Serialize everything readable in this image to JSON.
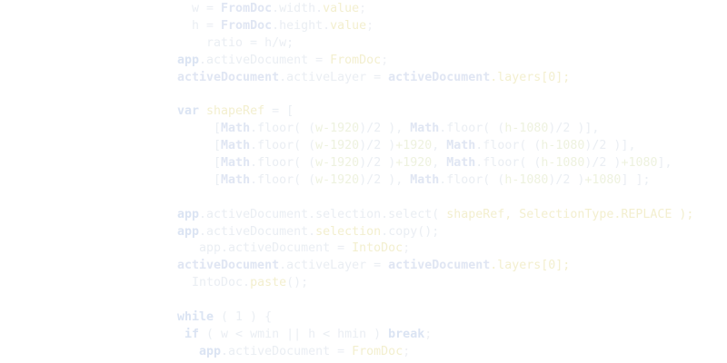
{
  "colors": {
    "background": "#ffffff",
    "plain": "#eaeef3",
    "keyword": "#dbe4f3",
    "object": "#e0e6f3",
    "variable": "#f3efcf",
    "number": "#eef2df",
    "string": "#f4f0d9"
  },
  "code_lines": [
    [
      {
        "t": "  w = ",
        "c": "plain"
      },
      {
        "t": "FromDoc",
        "c": "obj"
      },
      {
        "t": ".width.",
        "c": "plain"
      },
      {
        "t": "value",
        "c": "var"
      },
      {
        "t": ";",
        "c": "punct"
      }
    ],
    [
      {
        "t": "  h = ",
        "c": "plain"
      },
      {
        "t": "FromDoc",
        "c": "obj"
      },
      {
        "t": ".height.",
        "c": "plain"
      },
      {
        "t": "value",
        "c": "var"
      },
      {
        "t": ";",
        "c": "punct"
      }
    ],
    [
      {
        "t": "    ratio = h/w;",
        "c": "plain"
      }
    ],
    [
      {
        "t": "app",
        "c": "kw"
      },
      {
        "t": ".activeDocument = ",
        "c": "plain"
      },
      {
        "t": "FromDoc",
        "c": "var"
      },
      {
        "t": ";",
        "c": "punct"
      }
    ],
    [
      {
        "t": "activeDocument",
        "c": "obj"
      },
      {
        "t": ".activeLayer = ",
        "c": "plain"
      },
      {
        "t": "activeDocument",
        "c": "obj"
      },
      {
        "t": ".layers[0];",
        "c": "var"
      }
    ],
    [
      {
        "t": "",
        "c": "plain"
      }
    ],
    [
      {
        "t": "var ",
        "c": "kw"
      },
      {
        "t": "shapeRef",
        "c": "var"
      },
      {
        "t": " = [",
        "c": "plain"
      }
    ],
    [
      {
        "t": "     [",
        "c": "plain"
      },
      {
        "t": "Math",
        "c": "obj"
      },
      {
        "t": ".floor( (",
        "c": "plain"
      },
      {
        "t": "w-1920",
        "c": "num"
      },
      {
        "t": ")/2 ), ",
        "c": "plain"
      },
      {
        "t": "Math",
        "c": "obj"
      },
      {
        "t": ".floor( (",
        "c": "plain"
      },
      {
        "t": "h-1080",
        "c": "num"
      },
      {
        "t": ")/2 )],",
        "c": "plain"
      }
    ],
    [
      {
        "t": "     [",
        "c": "plain"
      },
      {
        "t": "Math",
        "c": "obj"
      },
      {
        "t": ".floor( (",
        "c": "plain"
      },
      {
        "t": "w-1920",
        "c": "num"
      },
      {
        "t": ")/2 )",
        "c": "plain"
      },
      {
        "t": "+1920",
        "c": "num"
      },
      {
        "t": ", ",
        "c": "plain"
      },
      {
        "t": "Math",
        "c": "obj"
      },
      {
        "t": ".floor( (",
        "c": "plain"
      },
      {
        "t": "h-1080",
        "c": "num"
      },
      {
        "t": ")/2 )],",
        "c": "plain"
      }
    ],
    [
      {
        "t": "     [",
        "c": "plain"
      },
      {
        "t": "Math",
        "c": "obj"
      },
      {
        "t": ".floor( (",
        "c": "plain"
      },
      {
        "t": "w-1920",
        "c": "num"
      },
      {
        "t": ")/2 )",
        "c": "plain"
      },
      {
        "t": "+1920",
        "c": "num"
      },
      {
        "t": ", ",
        "c": "plain"
      },
      {
        "t": "Math",
        "c": "obj"
      },
      {
        "t": ".floor( (",
        "c": "plain"
      },
      {
        "t": "h-1080",
        "c": "num"
      },
      {
        "t": ")/2 )",
        "c": "plain"
      },
      {
        "t": "+1080",
        "c": "num"
      },
      {
        "t": "],",
        "c": "plain"
      }
    ],
    [
      {
        "t": "     [",
        "c": "plain"
      },
      {
        "t": "Math",
        "c": "obj"
      },
      {
        "t": ".floor( (",
        "c": "plain"
      },
      {
        "t": "w-1920",
        "c": "num"
      },
      {
        "t": ")/2 ), ",
        "c": "plain"
      },
      {
        "t": "Math",
        "c": "obj"
      },
      {
        "t": ".floor( (",
        "c": "plain"
      },
      {
        "t": "h-1080",
        "c": "num"
      },
      {
        "t": ")/2 )",
        "c": "plain"
      },
      {
        "t": "+1080",
        "c": "num"
      },
      {
        "t": "] ];",
        "c": "plain"
      }
    ],
    [
      {
        "t": "",
        "c": "plain"
      }
    ],
    [
      {
        "t": "app",
        "c": "kw"
      },
      {
        "t": ".activeDocument.selection.select( ",
        "c": "plain"
      },
      {
        "t": "shapeRef",
        "c": "var"
      },
      {
        "t": ", SelectionType.REPLACE );",
        "c": "var"
      }
    ],
    [
      {
        "t": "app",
        "c": "kw"
      },
      {
        "t": ".activeDocument.",
        "c": "plain"
      },
      {
        "t": "selection",
        "c": "var"
      },
      {
        "t": ".copy();",
        "c": "plain"
      }
    ],
    [
      {
        "t": "   app.",
        "c": "plain"
      },
      {
        "t": "activeDocument = ",
        "c": "plain"
      },
      {
        "t": "IntoDoc",
        "c": "var"
      },
      {
        "t": ";",
        "c": "punct"
      }
    ],
    [
      {
        "t": "activeDocument",
        "c": "obj"
      },
      {
        "t": ".activeLayer = ",
        "c": "plain"
      },
      {
        "t": "activeDocument",
        "c": "obj"
      },
      {
        "t": ".layers[0];",
        "c": "var"
      }
    ],
    [
      {
        "t": "  IntoDoc.",
        "c": "plain"
      },
      {
        "t": "paste",
        "c": "var"
      },
      {
        "t": "();",
        "c": "plain"
      }
    ],
    [
      {
        "t": "",
        "c": "plain"
      }
    ],
    [
      {
        "t": "while",
        "c": "kw"
      },
      {
        "t": " ( 1 ) {",
        "c": "plain"
      }
    ],
    [
      {
        "t": " if",
        "c": "kw"
      },
      {
        "t": " ( w < wmin || h < hmin ) ",
        "c": "plain"
      },
      {
        "t": "break",
        "c": "kw"
      },
      {
        "t": ";",
        "c": "punct"
      }
    ],
    [
      {
        "t": "   app",
        "c": "kw"
      },
      {
        "t": ".activeDocument = ",
        "c": "plain"
      },
      {
        "t": "FromDoc",
        "c": "var"
      },
      {
        "t": ";",
        "c": "punct"
      }
    ]
  ]
}
